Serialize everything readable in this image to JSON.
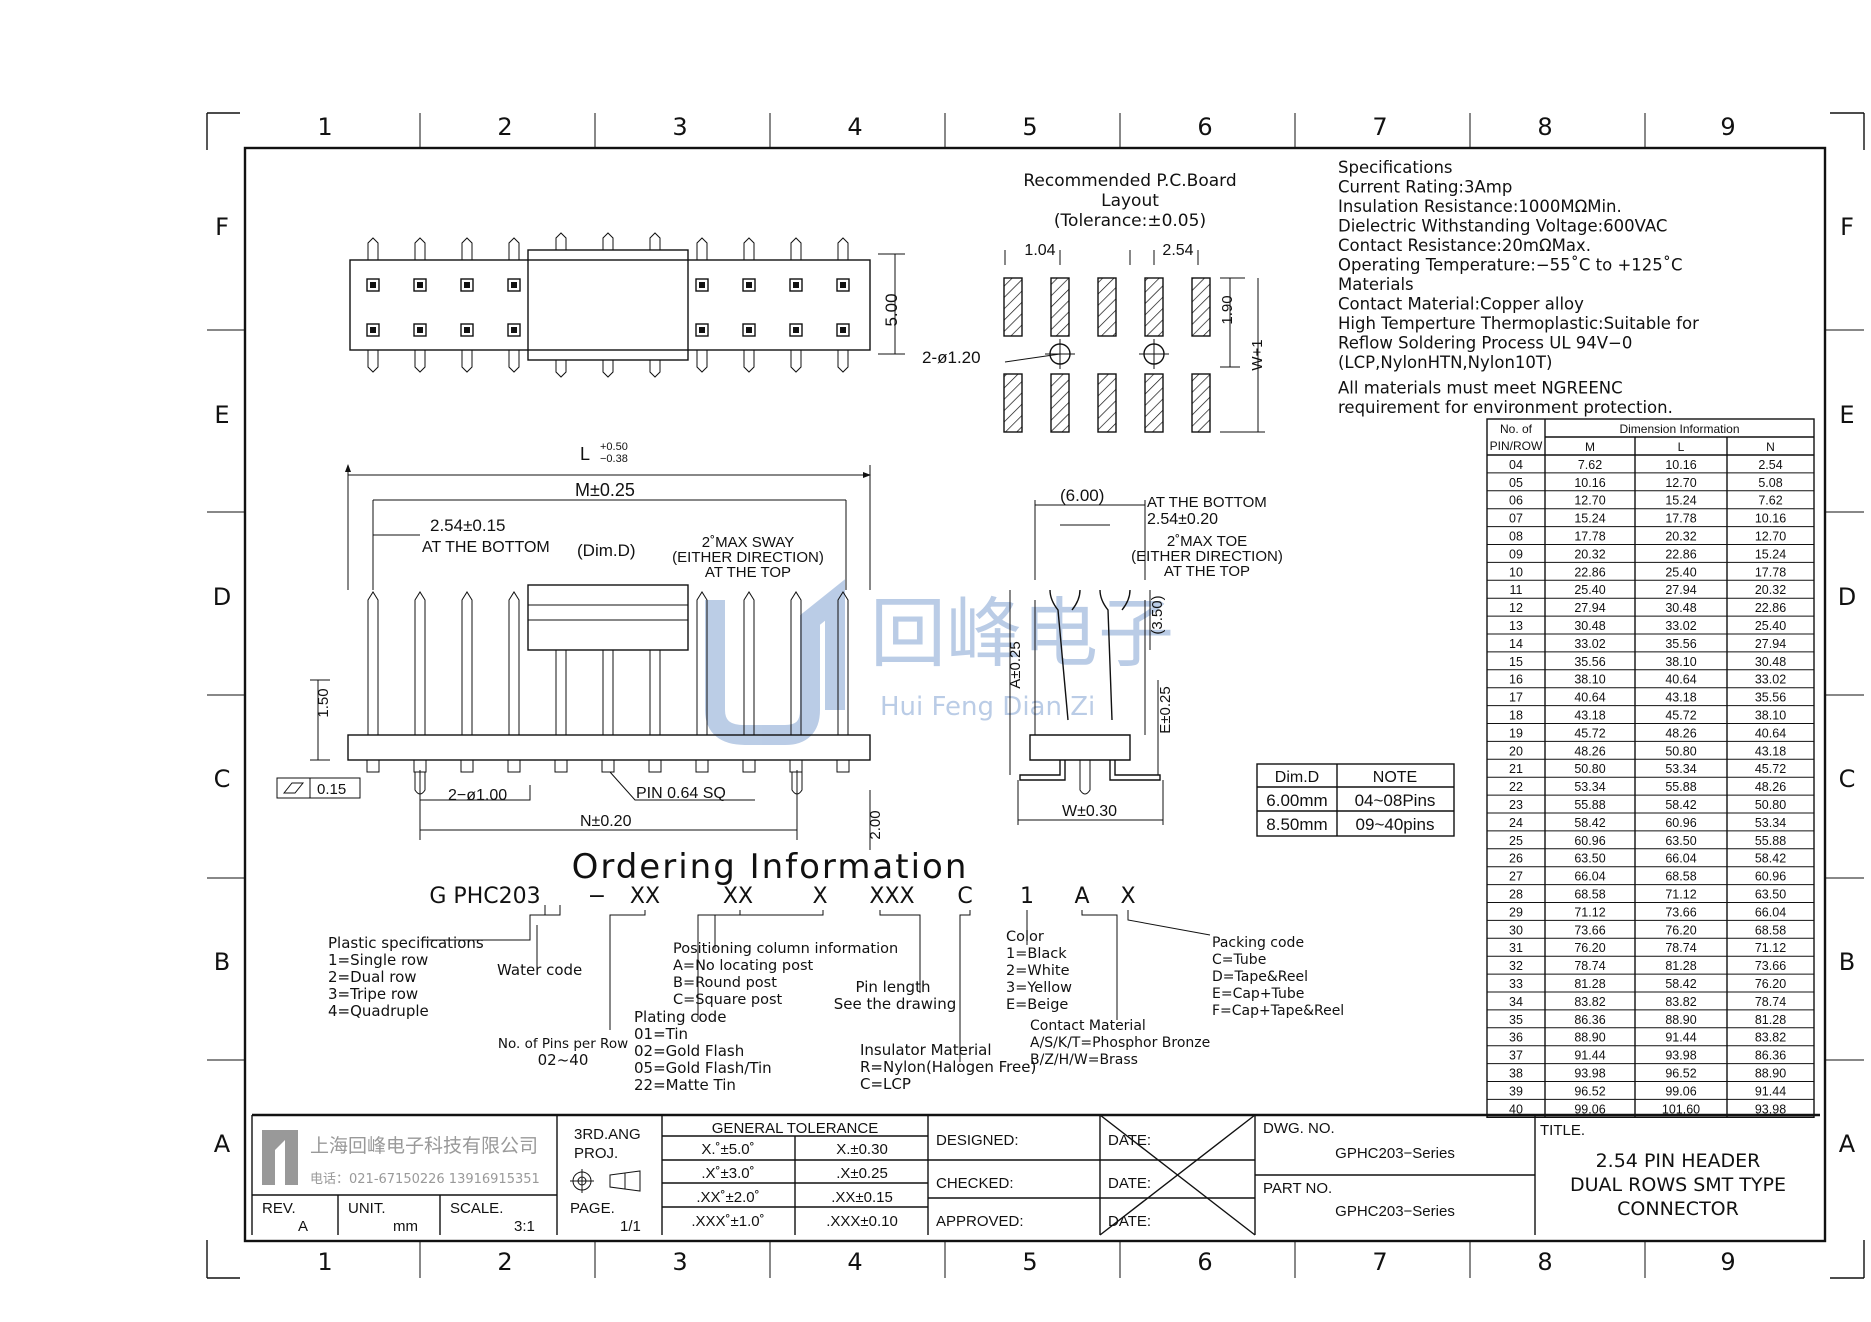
{
  "grid": {
    "cols": [
      "1",
      "2",
      "3",
      "4",
      "5",
      "6",
      "7",
      "8",
      "9"
    ],
    "rows": [
      "F",
      "E",
      "D",
      "C",
      "B",
      "A"
    ]
  },
  "pcb": {
    "title1": "Recommended P.C.Board",
    "title2": "Layout",
    "title3": "(Tolerance:±0.05)",
    "dim_pad": "1.04",
    "dim_pitch": "2.54",
    "dim_h": "1.90",
    "dim_w": "W+1",
    "dim_hole": "2-ø1.20"
  },
  "top_view": {
    "dim_height": "5.00"
  },
  "specifications": {
    "lines": [
      "Specifications",
      "Current Rating:3Amp",
      "Insulation Resistance:1000MΩMin.",
      "Dielectric Withstanding Voltage:600VAC",
      "Contact Resistance:20mΩMax.",
      "Operating Temperature:−55˚C to +125˚C",
      "Materials",
      "Contact Material:Copper alloy",
      "High Temperture Thermoplastic:Suitable for",
      "Reflow Soldering Process UL 94V−0",
      "(LCP,NylonHTN,Nylon10T)",
      "All materials must meet NGREENC",
      "requirement for environment protection."
    ]
  },
  "side_view": {
    "dim_L": "L",
    "dim_L_tol_plus": "+0.50",
    "dim_L_tol_minus": "−0.38",
    "dim_M": "M±0.25",
    "dim_pitch": "2.54±0.15",
    "at_bottom": "AT THE BOTTOM",
    "dim_D": "(Dim.D)",
    "sway1": "2˚MAX SWAY",
    "sway2": "(EITHER DIRECTION)",
    "sway3": "AT THE TOP",
    "dim_150": "1.50",
    "flat": "0.15",
    "holes": "2−ø1.00",
    "pin": "PIN 0.64 SQ",
    "dim_N": "N±0.20",
    "dim_200": "2.00"
  },
  "end_view": {
    "dim_600": "(6.00)",
    "at_bottom": "AT THE BOTTOM",
    "pitch": "2.54±0.20",
    "toe1": "2˚MAX TOE",
    "toe2": "(EITHER DIRECTION)",
    "toe3": "AT THE TOP",
    "dim_350": "(3.50)",
    "dim_A": "A±0.25",
    "dim_E": "E±0.25",
    "dim_W": "W±0.30"
  },
  "dimd_table": {
    "headers": [
      "Dim.D",
      "NOTE"
    ],
    "rows": [
      [
        "6.00mm",
        "04~08Pins"
      ],
      [
        "8.50mm",
        "09~40pins"
      ]
    ]
  },
  "watermark": {
    "cn": "回峰电子",
    "en": "Hui Feng Dian Zi"
  },
  "ordering": {
    "title": "Ordering Information",
    "code": [
      "G PHC203",
      "−",
      "XX",
      "XX",
      "X",
      "XXX",
      "C",
      "1",
      "A",
      "X"
    ],
    "plastic": [
      "Plastic specifications",
      "1=Single row",
      "2=Dual row",
      "3=Tripe row",
      "4=Quadruple"
    ],
    "water": "Water code",
    "pins": [
      "No. of Pins per Row",
      "02~40"
    ],
    "positioning": [
      "Positioning column information",
      "A=No locating post",
      "B=Round post",
      "C=Square post"
    ],
    "plating": [
      "Plating code",
      "01=Tin",
      "02=Gold Flash",
      "05=Gold Flash/Tin",
      "22=Matte Tin"
    ],
    "pinlength": [
      "Pin length",
      "See the drawing"
    ],
    "insulator": [
      "Insulator Material",
      "R=Nylon(Halogen Free)",
      "C=LCP"
    ],
    "color": [
      "Color",
      "1=Black",
      "2=White",
      "3=Yellow",
      "E=Beige"
    ],
    "contact": [
      "Contact Material",
      "A/S/K/T=Phosphor Bronze",
      "B/Z/H/W=Brass"
    ],
    "packing": [
      "Packing code",
      "C=Tube",
      "D=Tape&Reel",
      "E=Cap+Tube",
      "F=Cap+Tape&Reel"
    ]
  },
  "dim_table": {
    "header_no": "No. of",
    "header_pin": "PIN/ROW",
    "header_info": "Dimension Information",
    "cols": [
      "M",
      "L",
      "N"
    ],
    "rows": [
      [
        "04",
        "7.62",
        "10.16",
        "2.54"
      ],
      [
        "05",
        "10.16",
        "12.70",
        "5.08"
      ],
      [
        "06",
        "12.70",
        "15.24",
        "7.62"
      ],
      [
        "07",
        "15.24",
        "17.78",
        "10.16"
      ],
      [
        "08",
        "17.78",
        "20.32",
        "12.70"
      ],
      [
        "09",
        "20.32",
        "22.86",
        "15.24"
      ],
      [
        "10",
        "22.86",
        "25.40",
        "17.78"
      ],
      [
        "11",
        "25.40",
        "27.94",
        "20.32"
      ],
      [
        "12",
        "27.94",
        "30.48",
        "22.86"
      ],
      [
        "13",
        "30.48",
        "33.02",
        "25.40"
      ],
      [
        "14",
        "33.02",
        "35.56",
        "27.94"
      ],
      [
        "15",
        "35.56",
        "38.10",
        "30.48"
      ],
      [
        "16",
        "38.10",
        "40.64",
        "33.02"
      ],
      [
        "17",
        "40.64",
        "43.18",
        "35.56"
      ],
      [
        "18",
        "43.18",
        "45.72",
        "38.10"
      ],
      [
        "19",
        "45.72",
        "48.26",
        "40.64"
      ],
      [
        "20",
        "48.26",
        "50.80",
        "43.18"
      ],
      [
        "21",
        "50.80",
        "53.34",
        "45.72"
      ],
      [
        "22",
        "53.34",
        "55.88",
        "48.26"
      ],
      [
        "23",
        "55.88",
        "58.42",
        "50.80"
      ],
      [
        "24",
        "58.42",
        "60.96",
        "53.34"
      ],
      [
        "25",
        "60.96",
        "63.50",
        "55.88"
      ],
      [
        "26",
        "63.50",
        "66.04",
        "58.42"
      ],
      [
        "27",
        "66.04",
        "68.58",
        "60.96"
      ],
      [
        "28",
        "68.58",
        "71.12",
        "63.50"
      ],
      [
        "29",
        "71.12",
        "73.66",
        "66.04"
      ],
      [
        "30",
        "73.66",
        "76.20",
        "68.58"
      ],
      [
        "31",
        "76.20",
        "78.74",
        "71.12"
      ],
      [
        "32",
        "78.74",
        "81.28",
        "73.66"
      ],
      [
        "33",
        "81.28",
        "58.42",
        "76.20"
      ],
      [
        "34",
        "83.82",
        "83.82",
        "78.74"
      ],
      [
        "35",
        "86.36",
        "88.90",
        "81.28"
      ],
      [
        "36",
        "88.90",
        "91.44",
        "83.82"
      ],
      [
        "37",
        "91.44",
        "93.98",
        "86.36"
      ],
      [
        "38",
        "93.98",
        "96.52",
        "88.90"
      ],
      [
        "39",
        "96.52",
        "99.06",
        "91.44"
      ],
      [
        "40",
        "99.06",
        "101.60",
        "93.98"
      ]
    ]
  },
  "title_block": {
    "company": "上海回峰电子科技有限公司",
    "phone": "电话：021-67150226  13916915351",
    "projection1": "3RD.ANG",
    "projection2": "PROJ.",
    "tolerance_title": "GENERAL TOLERANCE",
    "tolerance": [
      [
        "X.˚±5.0˚",
        "X.±0.30"
      ],
      [
        ".X˚±3.0˚",
        ".X±0.25"
      ],
      [
        ".XX˚±2.0˚",
        ".XX±0.15"
      ],
      [
        ".XXX˚±1.0˚",
        ".XXX±0.10"
      ]
    ],
    "rev_label": "REV.",
    "rev": "A",
    "unit_label": "UNIT.",
    "unit": "mm",
    "scale_label": "SCALE.",
    "scale": "3:1",
    "page_label": "PAGE.",
    "page": "1/1",
    "designed": "DESIGNED:",
    "checked": "CHECKED:",
    "approved": "APPROVED:",
    "date": "DATE:",
    "dwg_label": "DWG. NO.",
    "dwg": "GPHC203−Series",
    "part_label": "PART NO.",
    "part": "GPHC203−Series",
    "title_label": "TITLE.",
    "title": [
      "2.54 PIN HEADER",
      "DUAL ROWS SMT TYPE",
      "CONNECTOR"
    ]
  }
}
